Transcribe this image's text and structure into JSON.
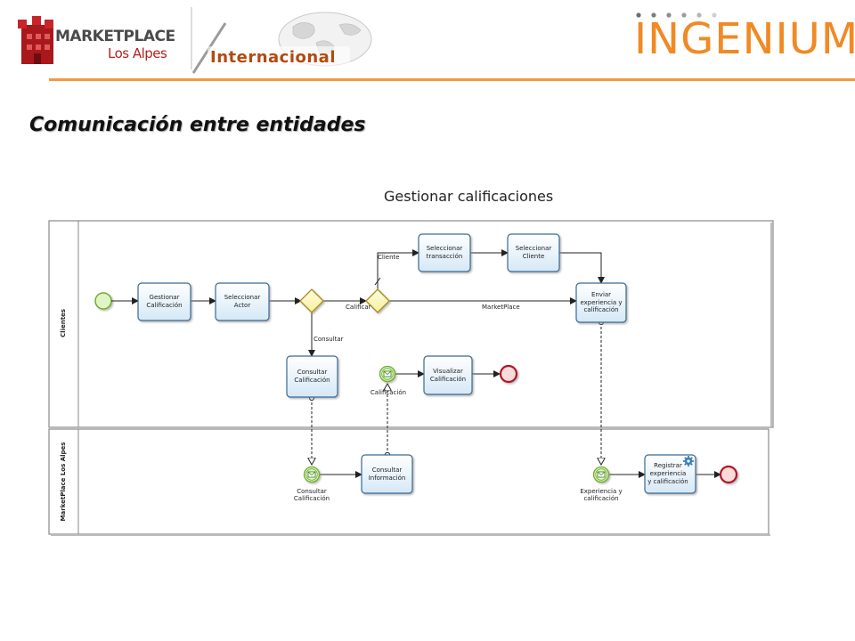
{
  "header": {
    "brand_title": "MARKETPLACE",
    "brand_sub": "Los Alpes",
    "brand_tag": "Internacional",
    "partner_logo": "INGENIUM",
    "accent_color": "#f29a3c",
    "brand_red": "#b22222"
  },
  "page_title": "Comunicación entre entidades",
  "diagram": {
    "title": "Gestionar calificaciones",
    "lanes": {
      "clientes": "Clientes",
      "marketplace": "MarketPlace Los Alpes"
    },
    "tasks": {
      "gestionar": "Gestionar Calificación",
      "seleccionar_actor": "Seleccionar Actor",
      "seleccionar_transaccion": "Seleccionar transacción",
      "seleccionar_cliente": "Seleccionar Cliente",
      "enviar": "Enviar experiencia y calificación",
      "consultar_calificacion": "Consultar Calificación",
      "visualizar": "Visualizar Calificación",
      "consultar_informacion": "Consultar Información",
      "registrar": "Registrar experiencia y calificación"
    },
    "flow_labels": {
      "cliente": "Cliente",
      "calificar": "Calificar",
      "marketplace": "MarketPlace",
      "consultar": "Consultar"
    },
    "event_labels": {
      "calificacion": "Calificación",
      "consultar_calificacion": "Consultar Calificación",
      "experiencia": "Experiencia y calificación"
    }
  }
}
